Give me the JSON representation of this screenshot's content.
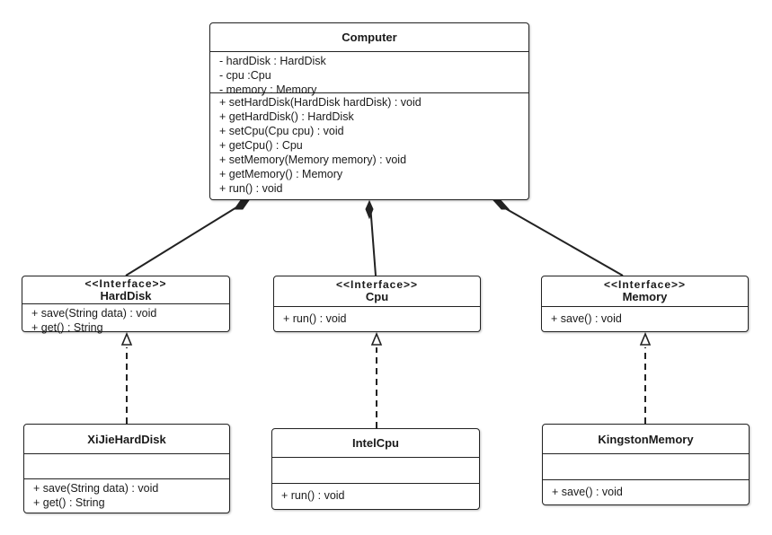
{
  "computer": {
    "name": "Computer",
    "attributes": [
      "- hardDisk : HardDisk",
      "- cpu :Cpu",
      "- memory : Memory"
    ],
    "methods": [
      "+ setHardDisk(HardDisk hardDisk) : void",
      "+ getHardDisk() : HardDisk",
      "+ setCpu(Cpu cpu) : void",
      "+ getCpu() : Cpu",
      "+ setMemory(Memory memory) : void",
      "+ getMemory() : Memory",
      "+ run() : void"
    ]
  },
  "interfaces": [
    {
      "stereotype": "<<Interface>>",
      "name": "HardDisk",
      "methods": [
        "+ save(String data) : void",
        "+ get() : String"
      ]
    },
    {
      "stereotype": "<<Interface>>",
      "name": "Cpu",
      "methods": [
        "+ run() : void"
      ]
    },
    {
      "stereotype": "<<Interface>>",
      "name": "Memory",
      "methods": [
        "+ save() : void"
      ]
    }
  ],
  "implementations": [
    {
      "name": "XiJieHardDisk",
      "methods": [
        "+ save(String data) : void",
        "+ get() : String"
      ]
    },
    {
      "name": "IntelCpu",
      "methods": [
        "+ run() : void"
      ]
    },
    {
      "name": "KingstonMemory",
      "methods": [
        "+ save() : void"
      ]
    }
  ]
}
